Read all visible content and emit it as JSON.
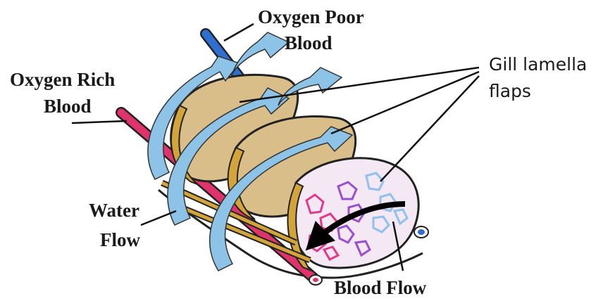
{
  "labels": {
    "oxygen_poor_line1": "Oxygen Poor",
    "oxygen_poor_line2": "Blood",
    "oxygen_rich_line1": "Oxygen Rich",
    "oxygen_rich_line2": "Blood",
    "water_flow_line1": "Water",
    "water_flow_line2": "Flow",
    "gill_lamella_line1": "Gill lamella",
    "gill_lamella_line2": "flaps",
    "blood_flow": "Blood Flow"
  },
  "colors": {
    "water_arrow": "#8cc3e6",
    "oxygen_poor_vessel": "#2f6fd0",
    "oxygen_rich_vessel": "#e0336b",
    "lamella_fill": "#d9be8a",
    "lamella_rim": "#d3a43a",
    "capillary_pink": "#e23a8a",
    "capillary_purple": "#9a4fcf",
    "capillary_blue": "#8fc0ee"
  },
  "icons": [
    "water-flow-arrow",
    "blood-flow-arrow"
  ]
}
